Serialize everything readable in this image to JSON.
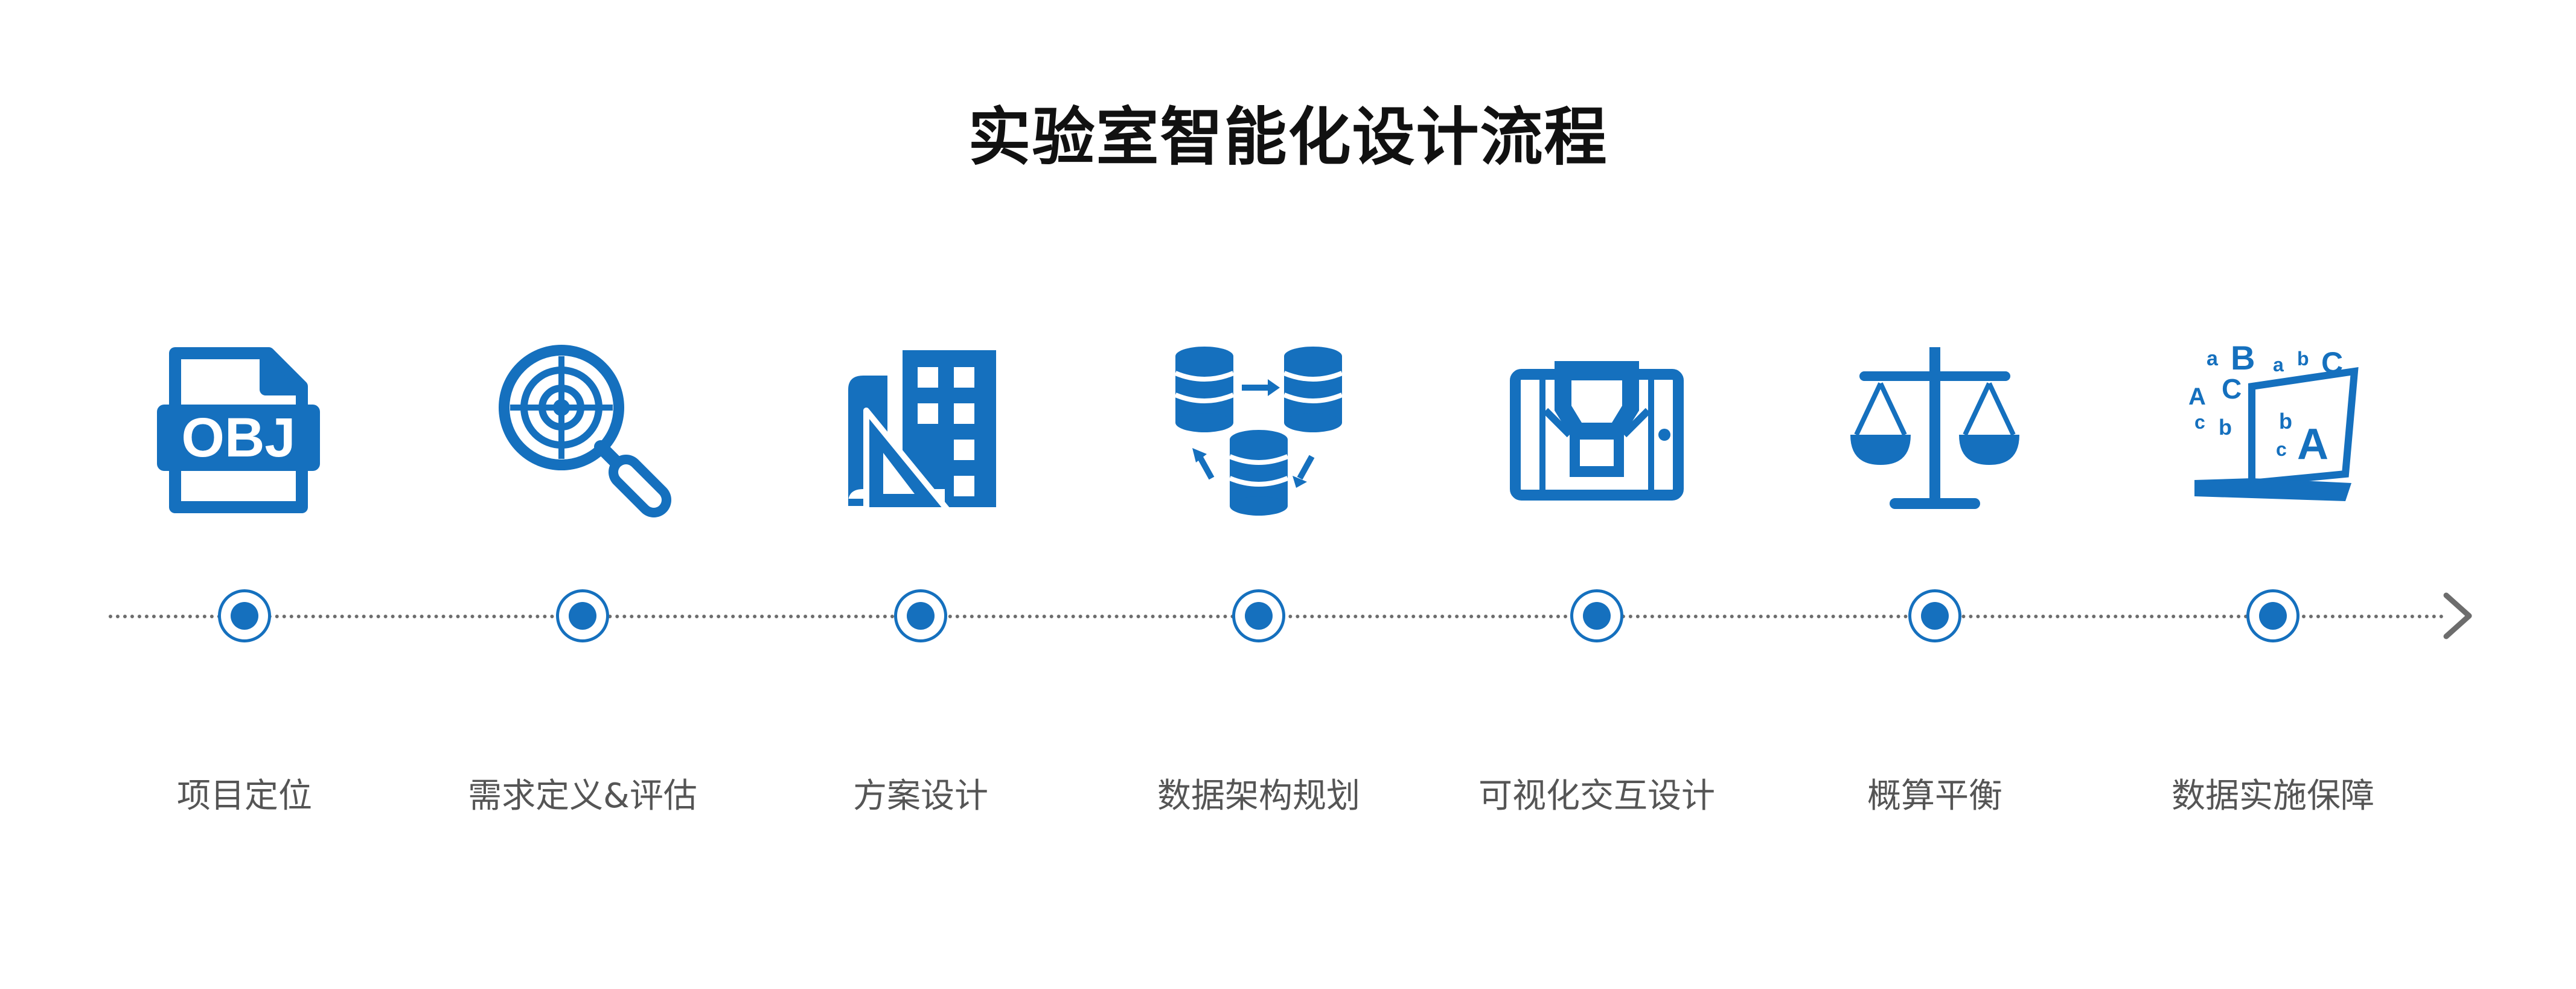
{
  "title": "实验室智能化设计流程",
  "accent_color": "#1570be",
  "line_color": "#6d6d6d",
  "steps": [
    {
      "label": "项目定位",
      "icon": "obj-file-icon",
      "icon_text": "OBJ"
    },
    {
      "label": "需求定义&评估",
      "icon": "target-magnifier-icon"
    },
    {
      "label": "方案设计",
      "icon": "blueprint-building-icon"
    },
    {
      "label": "数据架构规划",
      "icon": "database-flow-icon"
    },
    {
      "label": "可视化交互设计",
      "icon": "tablet-display-icon"
    },
    {
      "label": "概算平衡",
      "icon": "balance-scale-icon"
    },
    {
      "label": "数据实施保障",
      "icon": "laptop-letters-icon",
      "icon_letters": [
        "a",
        "B",
        "a",
        "b",
        "C",
        "A",
        "C",
        "b",
        "A",
        "c",
        "b",
        "c"
      ]
    }
  ]
}
